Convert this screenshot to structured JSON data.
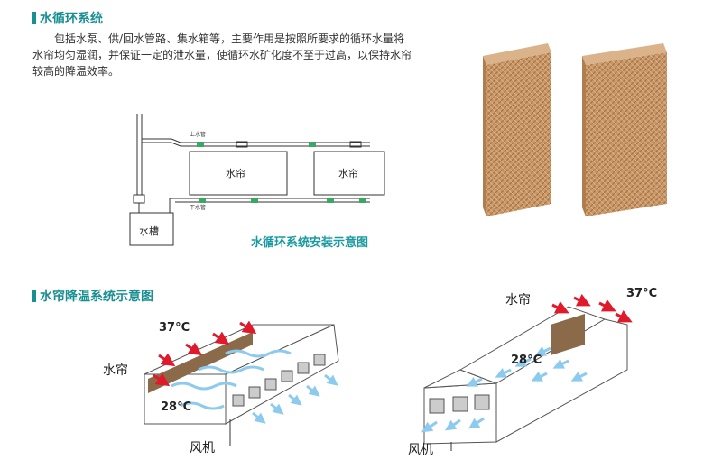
{
  "section1": {
    "title": "水循环系统",
    "intro": "包括水泵、供/回水管路、集水箱等，主要作用是按照所要求的循环水量将水帘均匀湿润，并保证一定的泄水量，使循环水矿化度不至于过高，以保持水帘较高的降温效率。"
  },
  "diagram1": {
    "caption": "水循环系统安装示意图",
    "pad_label_1": "水帘",
    "pad_label_2": "水帘",
    "tank_label": "水槽",
    "upper_pipe_label": "上水管",
    "lower_pipe_label": "下水管"
  },
  "section2": {
    "title": "水帘降温系统示意图"
  },
  "diagram2": {
    "pad_label": "水帘",
    "temp_outside": "37°C",
    "temp_inside": "28°C",
    "fan_label": "风机"
  },
  "diagram3": {
    "pad_label": "水帘",
    "temp_outside": "37°C",
    "temp_inside": "28°C",
    "fan_label": "风机"
  },
  "colors": {
    "accent": "#1a8f92",
    "pipe_green": "#3aa860",
    "arrow_red": "#e0192b",
    "airflow_blue": "#8ccbee",
    "pad_brown": "#b8865a"
  }
}
